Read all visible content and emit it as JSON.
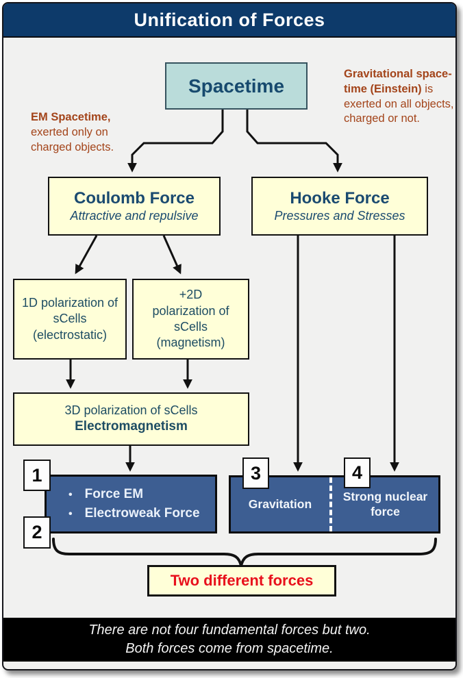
{
  "title": "Unification of Forces",
  "notes": {
    "em": {
      "bold": "EM Spacetime,",
      "rest": "exerted only on charged objects."
    },
    "gravity": {
      "bold": "Gravitational space-time (Einstein)",
      "rest": "is exerted on all objects, charged or not."
    }
  },
  "boxes": {
    "spacetime": {
      "label": "Spacetime"
    },
    "coulomb": {
      "title": "Coulomb Force",
      "subtitle": "Attractive and repulsive"
    },
    "hooke": {
      "title": "Hooke Force",
      "subtitle": "Pressures and Stresses"
    },
    "pol1d": {
      "label": "1D polarization of sCells (electrostatic)"
    },
    "pol2d": {
      "label": "+2D polarization of sCells (magnetism)"
    },
    "pol3d": {
      "line1": "3D polarization of sCells",
      "line2": "Electromagnetism"
    },
    "em_group": {
      "bullet_icon": "•",
      "items": [
        "Force EM",
        "Electroweak Force"
      ]
    },
    "gravitation": {
      "label": "Gravitation"
    },
    "strong_nuclear": {
      "label": "Strong nuclear force"
    },
    "conclusion": {
      "label": "Two different forces"
    }
  },
  "badges": {
    "b1": "1",
    "b2": "2",
    "b3": "3",
    "b4": "4"
  },
  "footer": {
    "line1": "There are not four fundamental forces but two.",
    "line2": "Both forces come from spacetime."
  },
  "colors": {
    "header_bg": "#0d3a6a",
    "panel_bg": "#f1f1f0",
    "spacetime_box": "#badcda",
    "yellow_box": "#ffffd8",
    "blue_box": "#3d5e92",
    "navy_text": "#1a4a70",
    "rust_text": "#a3441a",
    "red_text": "#e8101c",
    "line": "#111111"
  }
}
